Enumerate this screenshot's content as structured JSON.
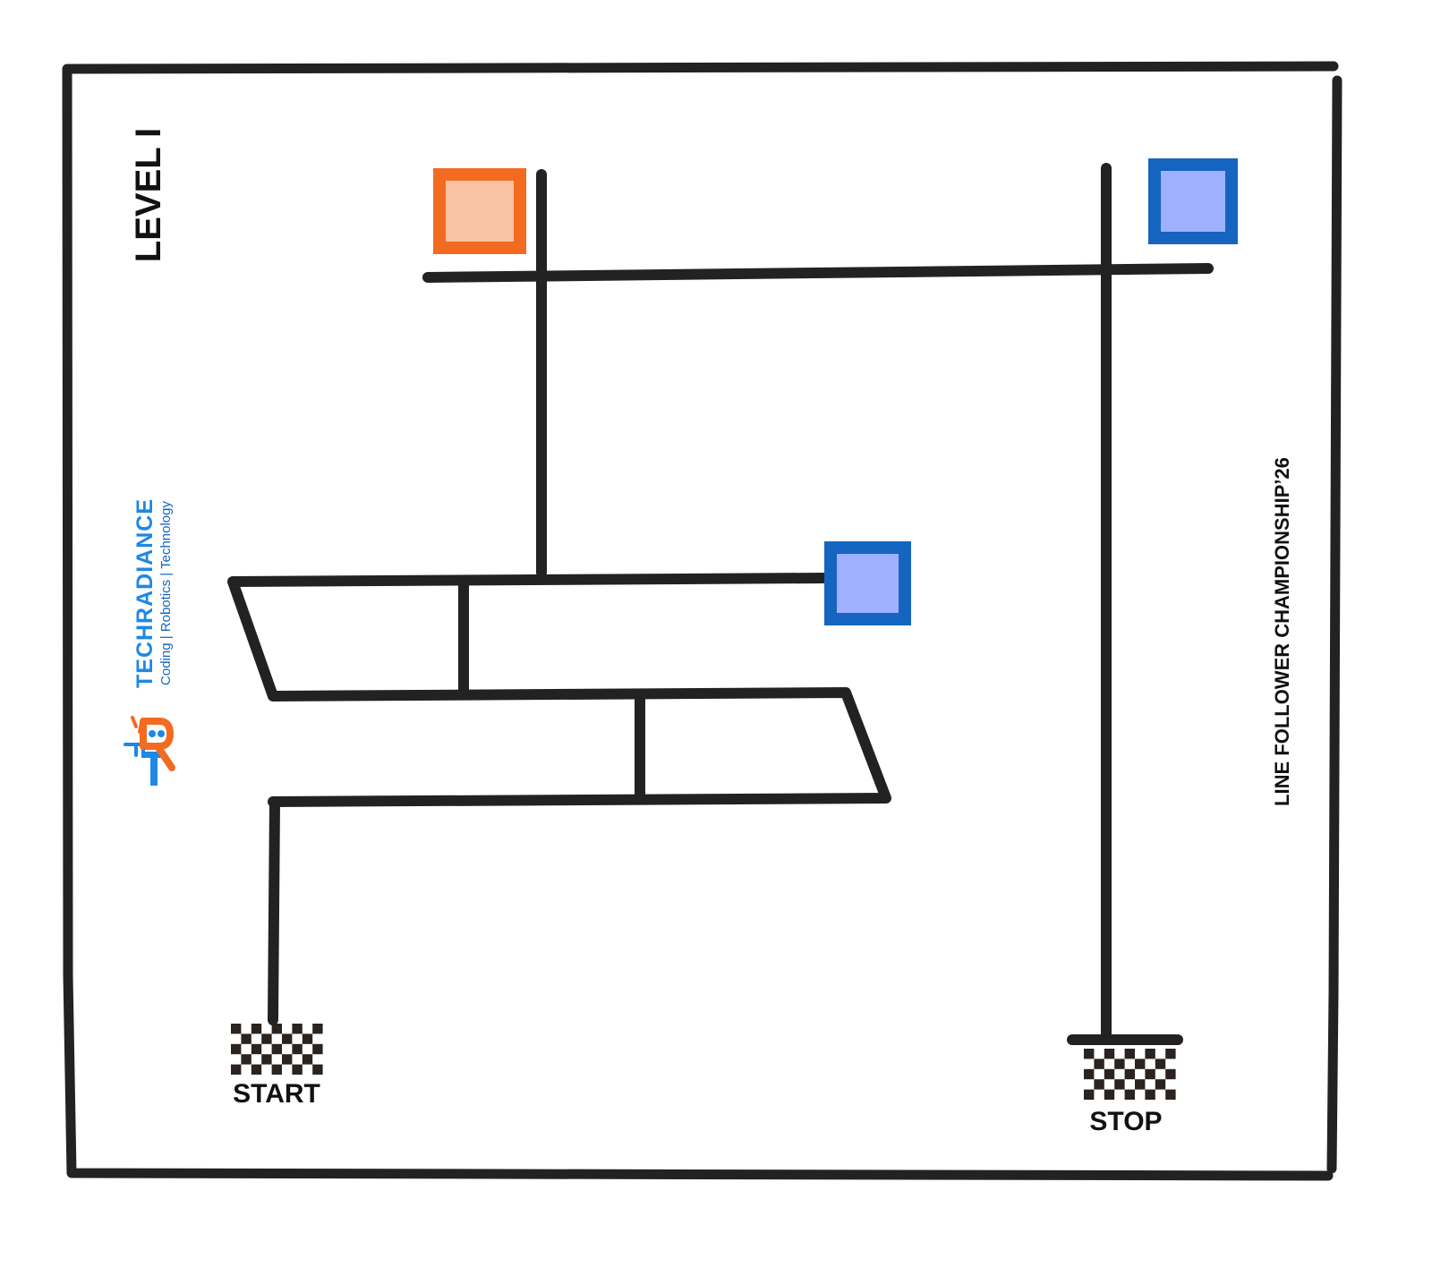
{
  "level_label": "LEVEL I",
  "championship_label": "LINE FOLLOWER CHAMPIONSHIP’26",
  "start_label": "START",
  "stop_label": "STOP",
  "logo": {
    "name": "TECHRADIANCE",
    "tagline": "Coding | Robotics | Technology",
    "icon": "tr-robot-logo-icon",
    "name_color": "#1e88e5",
    "accent_color": "#f26b21"
  },
  "colors": {
    "track": "#222222",
    "orange_marker_border": "#f26b21",
    "orange_marker_fill": "#f9c2a3",
    "blue_marker_border": "#1565c0",
    "blue_marker_fill": "#9fb0ff",
    "checker_dark": "#2a2320"
  },
  "markers": [
    {
      "name": "orange-checkpoint",
      "color": "orange"
    },
    {
      "name": "blue-checkpoint-top-right",
      "color": "blue"
    },
    {
      "name": "blue-checkpoint-middle",
      "color": "blue"
    }
  ]
}
